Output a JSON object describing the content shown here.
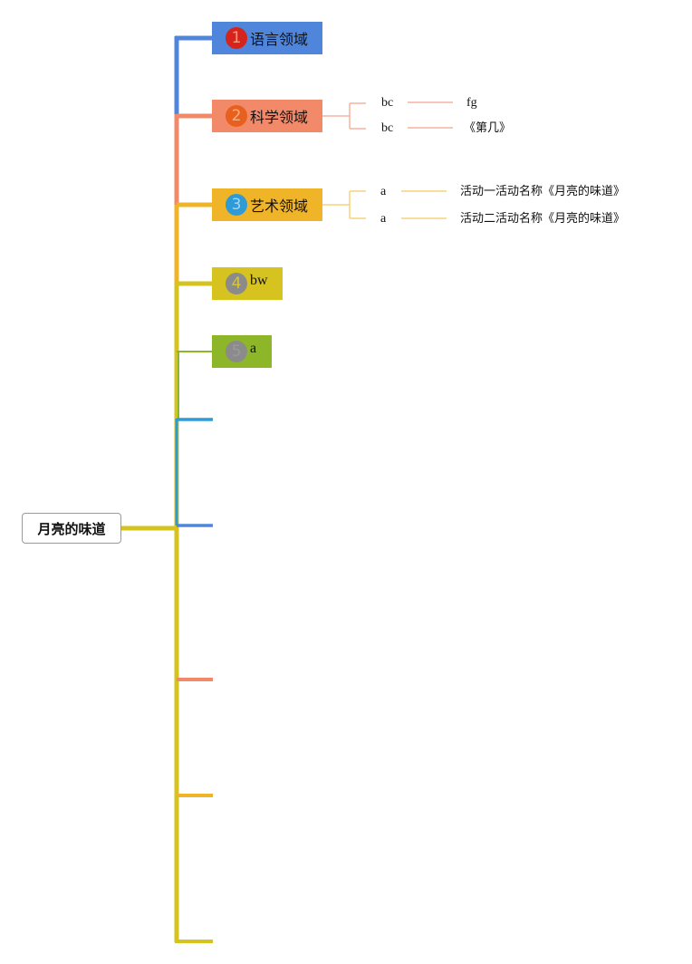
{
  "root": {
    "label": "月亮的味道"
  },
  "topics": [
    {
      "number": "1",
      "label": "语言领域",
      "color": "#4f86dc",
      "badge_color": "#d6231c",
      "badge_text_color": "#f3a07a"
    },
    {
      "number": "2",
      "label": "科学领域",
      "color": "#f28a6a",
      "badge_color": "#e8601e",
      "badge_text_color": "#f7b08a"
    },
    {
      "number": "3",
      "label": "艺术领域",
      "color": "#f0b429",
      "badge_color": "#2e9bd6",
      "badge_text_color": "#a6d5f0"
    },
    {
      "number": "4",
      "label": "bw",
      "color": "#d6c31f",
      "badge_color": "#8b8b8b",
      "badge_text_color": "#d9c33a"
    },
    {
      "number": "5",
      "label": "a",
      "color": "#8db628",
      "badge_color": "#8b8b8b",
      "badge_text_color": "#9a9a9a"
    }
  ],
  "subtopics": {
    "science": [
      {
        "label": "bc",
        "value": "fg"
      },
      {
        "label": "bc",
        "value": "《第几》"
      }
    ],
    "art": [
      {
        "label": "a",
        "value": "活动一活动名称《月亮的味道》"
      },
      {
        "label": "a",
        "value": "活动二活动名称《月亮的味道》"
      }
    ]
  }
}
